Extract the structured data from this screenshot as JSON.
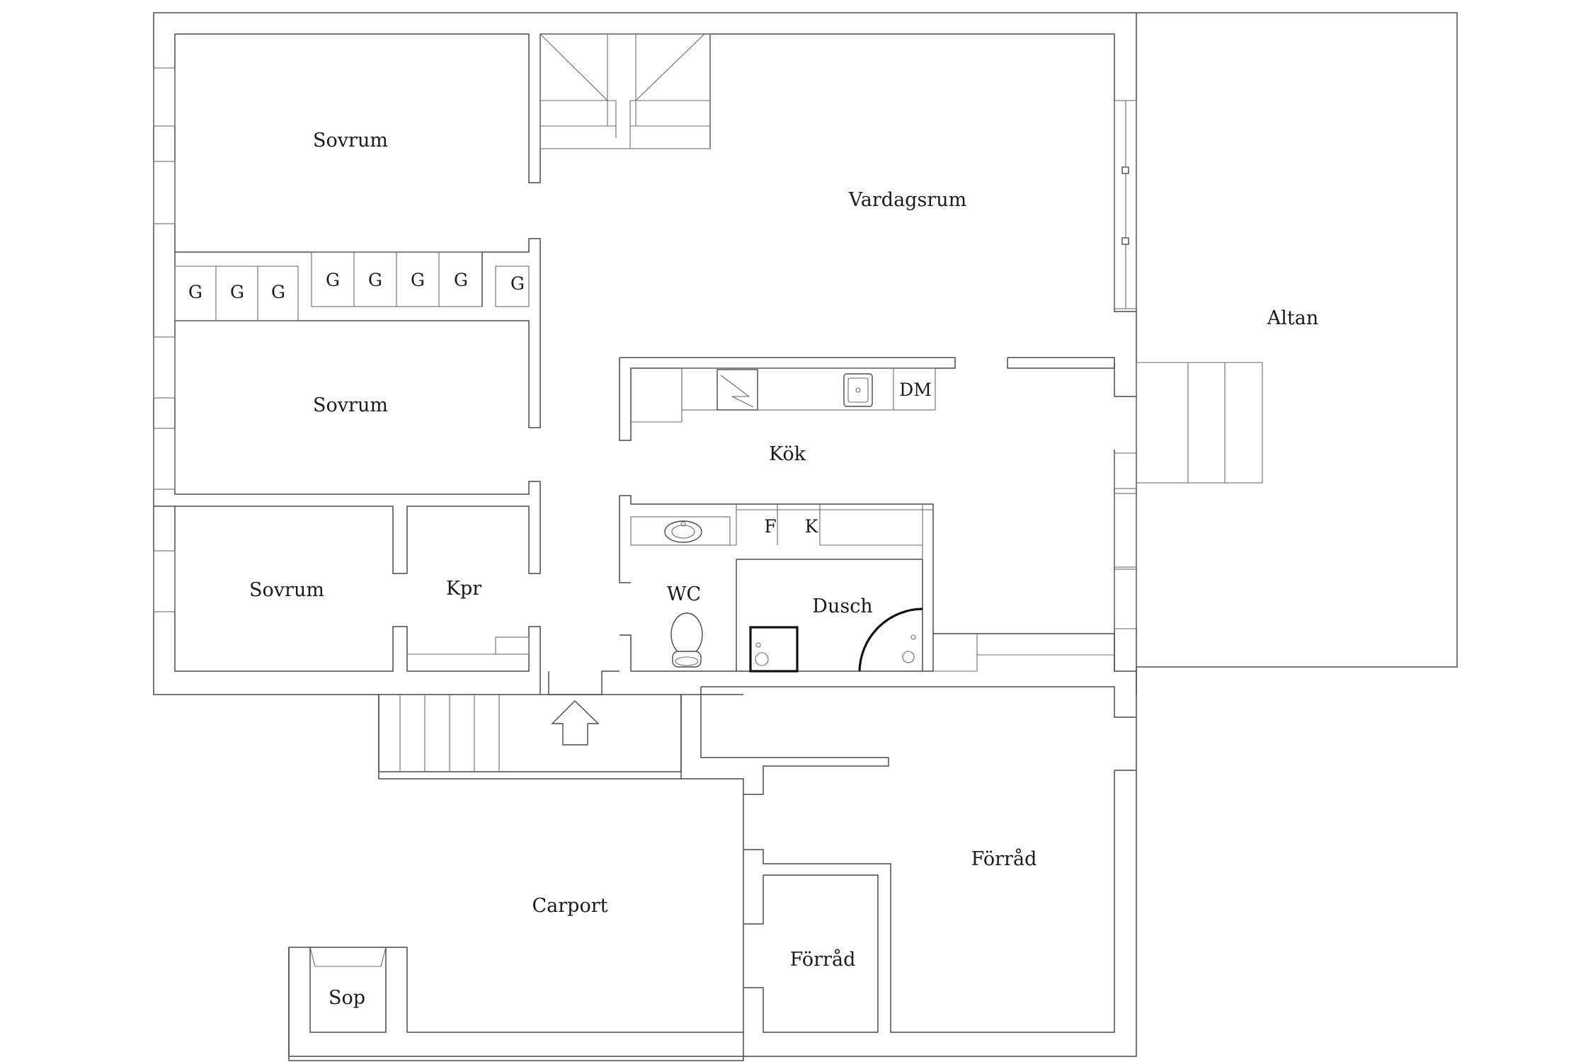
{
  "rooms": {
    "sovrum_1": "Sovrum",
    "sovrum_2": "Sovrum",
    "sovrum_3": "Sovrum",
    "vardagsrum": "Vardagsrum",
    "altan": "Altan",
    "kok": "Kök",
    "kpr": "Kpr",
    "wc": "WC",
    "dusch": "Dusch",
    "carport": "Carport",
    "forrad_large": "Förråd",
    "forrad_small": "Förråd",
    "sop": "Sop"
  },
  "wardrobes": [
    "G",
    "G",
    "G",
    "G",
    "G",
    "G",
    "G",
    "G"
  ],
  "fixtures": {
    "dishwasher": "DM",
    "freezer": "F",
    "fridge": "K"
  }
}
